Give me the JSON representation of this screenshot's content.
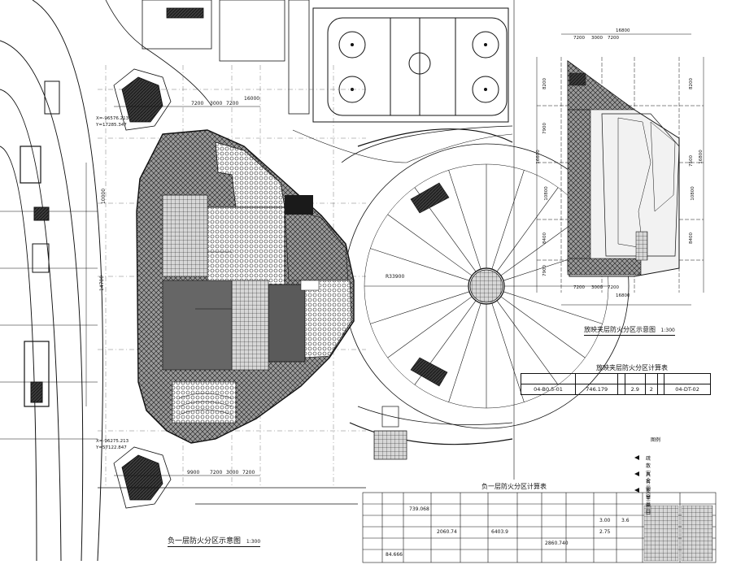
{
  "drawing": {
    "main_title": "负一层防火分区示意图",
    "main_scale": "1:300",
    "sub_title": "放映夹层防火分区示意图",
    "sub_scale": "1:300"
  },
  "small_table": {
    "title": "放映夹层防火分区计算表",
    "row": [
      "04-B0.5-01",
      "746.179",
      "",
      "2.9",
      "2",
      "",
      "04-DT-02"
    ]
  },
  "big_table": {
    "title": "负一层防火分区计算表",
    "values": [
      "739.068",
      "2060.74",
      "6403.9",
      "84.666",
      "2860.740",
      "3.00",
      "2.75",
      "3.6"
    ]
  },
  "legend": {
    "title": "图例",
    "items": [
      "疏散安全出口",
      "具有安全出口",
      "安全出口"
    ]
  },
  "dimensions": {
    "main_top": [
      "7200",
      "3000",
      "7200",
      "16000"
    ],
    "main_bottom": [
      "9900",
      "7200",
      "3000",
      "7200"
    ],
    "main_left": [
      "10000",
      "14700"
    ],
    "sub_top": [
      "7200",
      "3000",
      "7200",
      "16800"
    ],
    "sub_bottom": [
      "7200",
      "3000",
      "7200",
      "16800"
    ],
    "sub_left": [
      "8200",
      "7900",
      "16600",
      "10800",
      "8400",
      "7900"
    ],
    "sub_right": [
      "8200",
      "16800",
      "7500",
      "10800",
      "8400"
    ],
    "radius": "R33900"
  },
  "coords": {
    "c1": "X=-96576.213",
    "c2": "Y=17285.347",
    "c3": "X=-96275.213",
    "c4": "Y=57122.847"
  }
}
